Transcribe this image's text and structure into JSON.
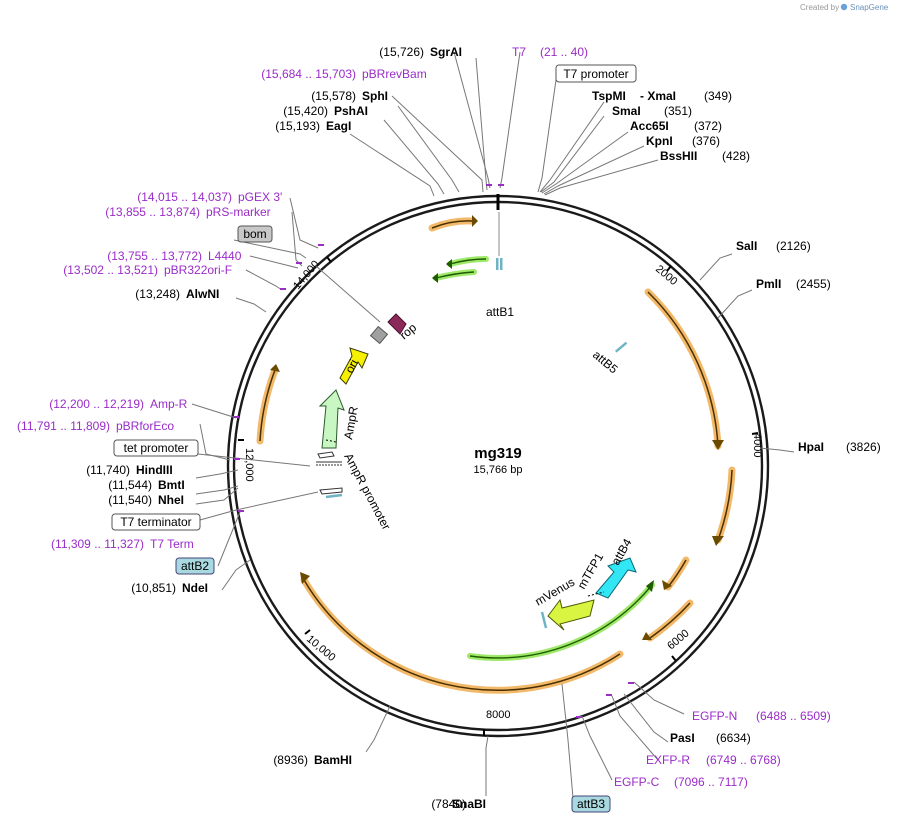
{
  "credit": {
    "prefix": "Created by",
    "brand": "SnapGene"
  },
  "plasmid": {
    "name": "mg319",
    "length": "15,766 bp"
  },
  "ticks": [
    "2000",
    "4000",
    "6000",
    "8000",
    "10,000",
    "12,000",
    "14,000"
  ],
  "enzymes": [
    {
      "name": "SgrAI",
      "pos": "(15,726)"
    },
    {
      "name": "SphI",
      "pos": "(15,578)"
    },
    {
      "name": "PshAI",
      "pos": "(15,420)"
    },
    {
      "name": "EagI",
      "pos": "(15,193)"
    },
    {
      "name": "TspMI",
      "extra": "- XmaI",
      "pos": "(349)"
    },
    {
      "name": "SmaI",
      "pos": "(351)"
    },
    {
      "name": "Acc65I",
      "pos": "(372)"
    },
    {
      "name": "KpnI",
      "pos": "(376)"
    },
    {
      "name": "BssHII",
      "pos": "(428)"
    },
    {
      "name": "SalI",
      "pos": "(2126)"
    },
    {
      "name": "PmlI",
      "pos": "(2455)"
    },
    {
      "name": "HpaI",
      "pos": "(3826)"
    },
    {
      "name": "PasI",
      "pos": "(6634)"
    },
    {
      "name": "SnaBI",
      "pos": "(7840)"
    },
    {
      "name": "BamHI",
      "pos": "(8936)"
    },
    {
      "name": "NdeI",
      "pos": "(10,851)"
    },
    {
      "name": "NheI",
      "pos": "(11,540)"
    },
    {
      "name": "BmtI",
      "pos": "(11,544)"
    },
    {
      "name": "HindIII",
      "pos": "(11,740)"
    },
    {
      "name": "AlwNI",
      "pos": "(13,248)"
    }
  ],
  "primers": [
    {
      "name": "T7",
      "range": "(21 .. 40)"
    },
    {
      "name": "pBRrevBam",
      "range": "(15,684 .. 15,703)"
    },
    {
      "name": "pGEX 3'",
      "range": "(14,015 .. 14,037)"
    },
    {
      "name": "pRS-marker",
      "range": "(13,855 .. 13,874)"
    },
    {
      "name": "L4440",
      "range": "(13,755 .. 13,772)"
    },
    {
      "name": "pBR322ori-F",
      "range": "(13,502 .. 13,521)"
    },
    {
      "name": "Amp-R",
      "range": "(12,200 .. 12,219)"
    },
    {
      "name": "pBRforEco",
      "range": "(11,791 .. 11,809)"
    },
    {
      "name": "T7 Term",
      "range": "(11,309 .. 11,327)"
    },
    {
      "name": "EGFP-N",
      "range": "(6488 .. 6509)"
    },
    {
      "name": "EXFP-R",
      "range": "(6749 .. 6768)"
    },
    {
      "name": "EGFP-C",
      "range": "(7096 .. 7117)"
    }
  ],
  "boxed": {
    "t7_promoter": "T7 promoter",
    "bom": "bom",
    "tet_promoter": "tet promoter",
    "t7_terminator": "T7 terminator",
    "attB2": "attB2",
    "attB3": "attB3"
  },
  "features": {
    "attB1": "attB1",
    "attB5": "attB5",
    "rop": "rop",
    "ori": "ori",
    "AmpR": "AmpR",
    "AmpR_promoter": "AmpR promoter",
    "mTFP1": "mTFP1",
    "attB4": "attB4",
    "mVenus": "mVenus"
  },
  "colors": {
    "primer": "#9a2cc8",
    "orf_orange": "#f2b96a",
    "orf_green": "#7fd84a",
    "rop": "#8b2a5a",
    "ori": "#f7f000",
    "ampr": "#c9f7c3",
    "attB4": "#33e6f5",
    "mVenus": "#d9f542",
    "attB_box": "#a8d8e0",
    "bom_box": "#c8c8c8"
  }
}
